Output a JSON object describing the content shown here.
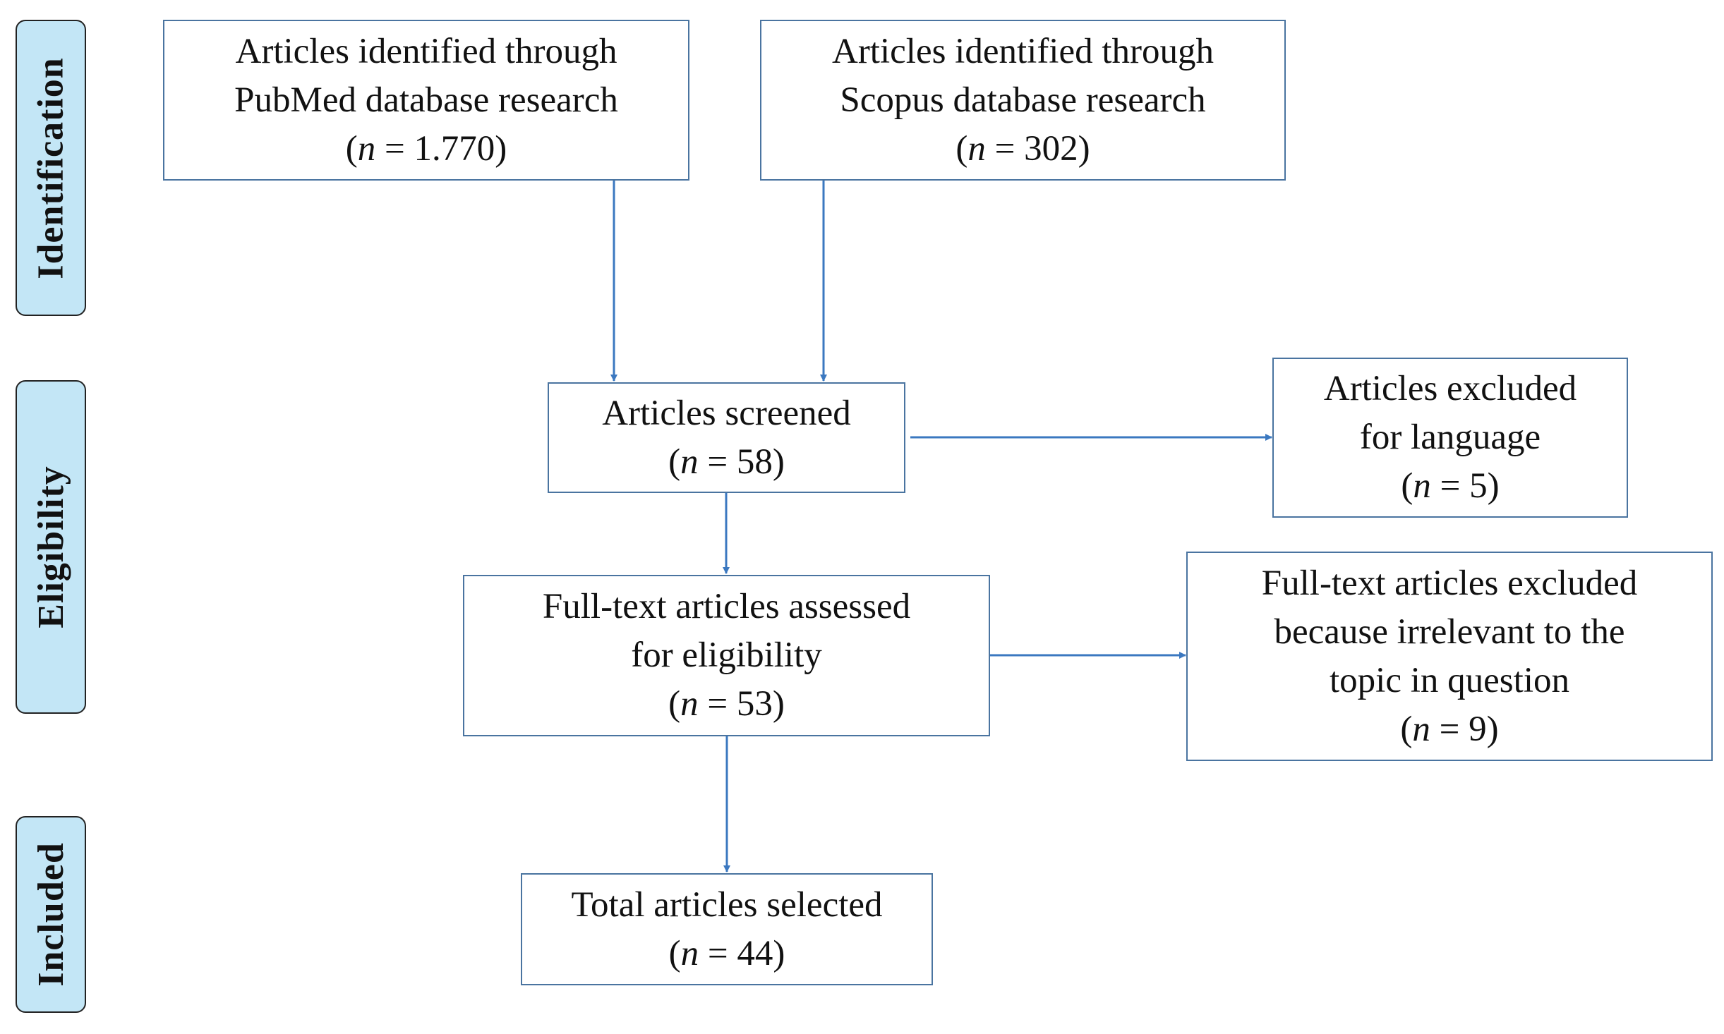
{
  "stages": {
    "identification": "Identification",
    "eligibility": "Eligibility",
    "included": "Included"
  },
  "boxes": {
    "pubmed": {
      "line1": "Articles identified through",
      "line2": "PubMed database research",
      "n": "1.770"
    },
    "scopus": {
      "line1": "Articles identified through",
      "line2": "Scopus database research",
      "n": "302"
    },
    "screened": {
      "line1": "Articles screened",
      "n": "58"
    },
    "excluded_language": {
      "line1": "Articles excluded",
      "line2": "for language",
      "n": "5"
    },
    "fulltext": {
      "line1": "Full-text articles assessed",
      "line2": "for eligibility",
      "n": "53"
    },
    "excluded_irrelevant": {
      "line1": "Full-text articles excluded",
      "line2": "because irrelevant to the",
      "line3": "topic in question",
      "n": "9"
    },
    "total": {
      "line1": "Total articles selected",
      "n": "44"
    }
  },
  "labels": {
    "n_symbol": "n",
    "equals": " = "
  },
  "colors": {
    "arrow": "#3b78c0",
    "border": "#4a74a0",
    "stage_fill": "#c3e6f6"
  }
}
